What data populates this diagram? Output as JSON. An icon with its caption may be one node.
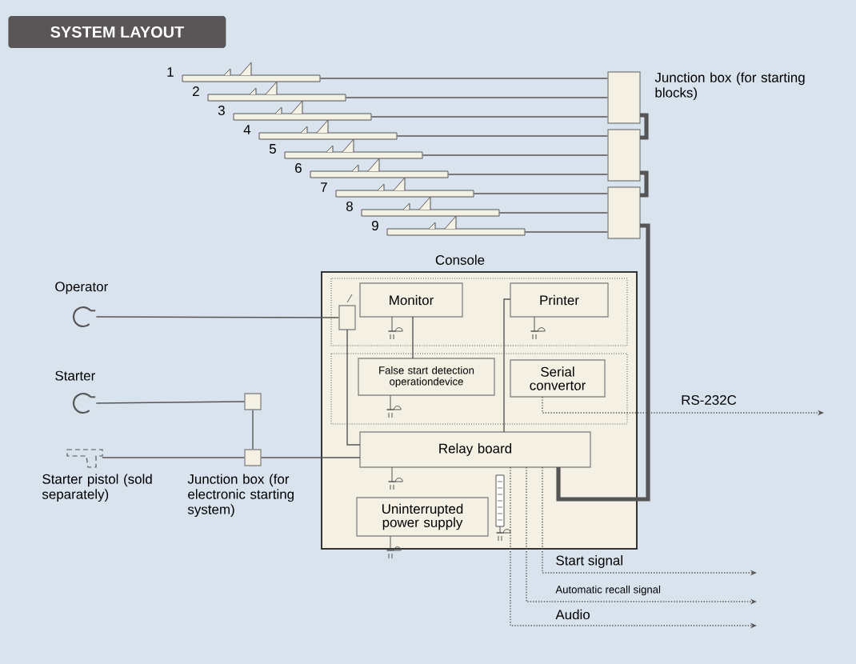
{
  "diagram": {
    "title": "SYSTEM LAYOUT",
    "nodes": [
      {
        "text": [],
        "shape": "bar",
        "beside": [
          "1"
        ]
      },
      {
        "text": [],
        "shape": "bar",
        "beside": [
          "2"
        ]
      },
      {
        "text": [],
        "shape": "bar",
        "beside": [
          "3"
        ]
      },
      {
        "text": [],
        "shape": "bar",
        "beside": [
          "4"
        ]
      },
      {
        "text": [],
        "shape": "bar",
        "beside": [
          "5"
        ]
      },
      {
        "text": [],
        "shape": "bar",
        "beside": [
          "6"
        ]
      },
      {
        "text": [],
        "shape": "bar",
        "beside": [
          "7"
        ]
      },
      {
        "text": [],
        "shape": "bar",
        "beside": [
          "8"
        ]
      },
      {
        "text": [],
        "shape": "bar",
        "beside": [
          "9"
        ]
      },
      {
        "text": [],
        "shape": "box",
        "beside": [
          "Junction box (for starting blocks)"
        ]
      },
      {
        "text": [],
        "shape": "box"
      },
      {
        "text": [],
        "shape": "box"
      },
      {
        "text": [
          "Console"
        ]
      },
      {
        "text": [
          "Monitor"
        ],
        "in": 12
      },
      {
        "text": [
          "Printer"
        ],
        "in": 12
      },
      {
        "text": [
          "False start detection operationdevice"
        ],
        "in": 12
      },
      {
        "text": [
          "Serial convertor"
        ],
        "in": 12
      },
      {
        "text": [
          "Relay board"
        ],
        "in": 12
      },
      {
        "text": [
          "Uninterrupted power supply"
        ],
        "in": 12
      },
      {
        "text": [
          "Operator"
        ]
      },
      {
        "text": [
          "Starter"
        ]
      },
      {
        "text": [
          "Starter pistol (sold separately)"
        ]
      },
      {
        "text": [],
        "shape": "box"
      },
      {
        "text": [],
        "shape": "box",
        "beside": [
          "Junction box (for electronic starting system)"
        ]
      },
      {
        "text": [],
        "shape": "box",
        "in": 12
      }
    ],
    "edges": [
      {
        "from": 0,
        "to": 9,
        "arrow": "none"
      },
      {
        "from": 1,
        "to": 9,
        "arrow": "none"
      },
      {
        "from": 2,
        "to": 9,
        "arrow": "none"
      },
      {
        "from": 3,
        "to": 10,
        "arrow": "none"
      },
      {
        "from": 4,
        "to": 10,
        "arrow": "none"
      },
      {
        "from": 5,
        "to": 10,
        "arrow": "none"
      },
      {
        "from": 6,
        "to": 11,
        "arrow": "none"
      },
      {
        "from": 7,
        "to": 11,
        "arrow": "none"
      },
      {
        "from": 8,
        "to": 11,
        "arrow": "none"
      },
      {
        "from": 9,
        "to": 10,
        "arrow": "none",
        "style": "thick"
      },
      {
        "from": 10,
        "to": 11,
        "arrow": "none",
        "style": "thick"
      },
      {
        "from": 11,
        "to": 17,
        "arrow": "none",
        "style": "thick"
      },
      {
        "from": 19,
        "to": 24,
        "arrow": "none"
      },
      {
        "from": 24,
        "to": 17,
        "arrow": "none"
      },
      {
        "from": 20,
        "to": 22,
        "arrow": "none"
      },
      {
        "from": 22,
        "to": 23,
        "arrow": "none"
      },
      {
        "from": 21,
        "to": 23,
        "arrow": "none"
      },
      {
        "from": 23,
        "to": 17,
        "arrow": "none"
      },
      {
        "from": 13,
        "to": 15,
        "arrow": "none"
      },
      {
        "from": 14,
        "to": 17,
        "arrow": "none"
      },
      {
        "from": 16,
        "to": null,
        "arrow": "to",
        "label": "RS-232C",
        "style": "dashed"
      },
      {
        "from": 17,
        "to": null,
        "arrow": "to",
        "label": "Start signal",
        "style": "dashed"
      },
      {
        "from": 17,
        "to": null,
        "arrow": "to",
        "label": "Automatic recall signal",
        "style": "dashed"
      },
      {
        "from": 17,
        "to": null,
        "arrow": "to",
        "label": "Audio",
        "style": "dashed"
      }
    ]
  }
}
